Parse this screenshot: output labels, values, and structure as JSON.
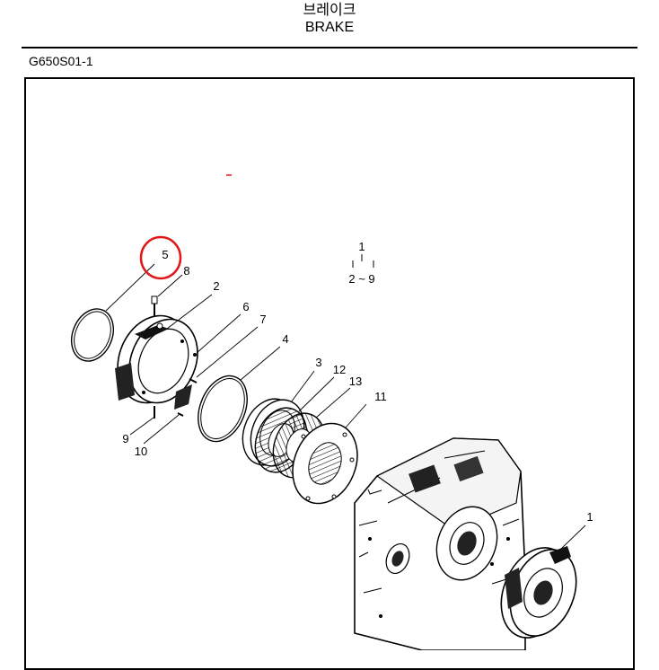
{
  "header": {
    "title_korean": "브레이크",
    "title_english": "BRAKE"
  },
  "figure": {
    "code": "G650S01-1",
    "assembly_label": {
      "top": "1",
      "range": "2 ~ 9"
    },
    "callouts": {
      "c1": "1",
      "c2": "2",
      "c3": "3",
      "c4": "4",
      "c5": "5",
      "c6": "6",
      "c7": "7",
      "c8": "8",
      "c9": "9",
      "c10": "10",
      "c11": "11",
      "c12": "12",
      "c13": "13"
    },
    "highlight_color": "#e01818"
  }
}
